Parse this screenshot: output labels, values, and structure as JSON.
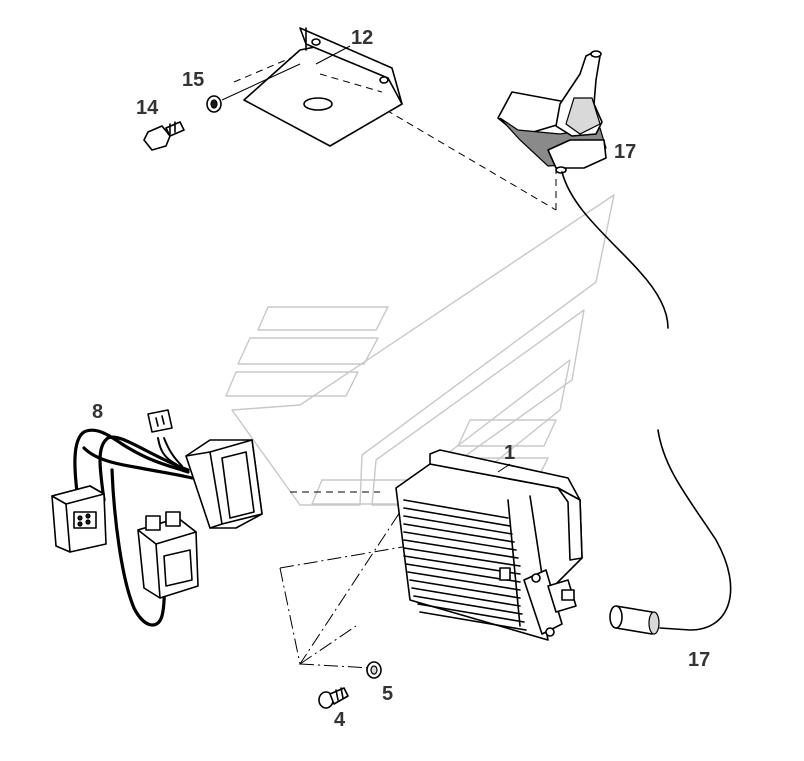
{
  "diagram": {
    "callouts": {
      "c1": "1",
      "c4": "4",
      "c5": "5",
      "c8": "8",
      "c12": "12",
      "c14": "14",
      "c15": "15",
      "c17_top": "17",
      "c17_bottom": "17"
    },
    "parts": [
      {
        "id": "1",
        "name": "control-unit"
      },
      {
        "id": "4",
        "name": "screw"
      },
      {
        "id": "5",
        "name": "washer"
      },
      {
        "id": "8",
        "name": "wiring-harness"
      },
      {
        "id": "12",
        "name": "mounting-bracket"
      },
      {
        "id": "14",
        "name": "bolt"
      },
      {
        "id": "15",
        "name": "washer"
      },
      {
        "id": "17",
        "name": "antenna"
      }
    ]
  }
}
